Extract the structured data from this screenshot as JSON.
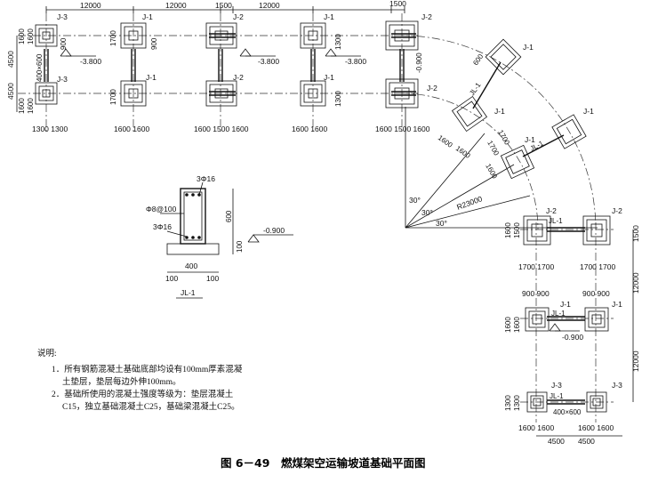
{
  "caption": "图 6－49　燃煤架空运输坡道基础平面图",
  "notes": {
    "heading": "说明:",
    "items": [
      "1．所有钢筋混凝土基础底部均设有100mm厚素混凝",
      "土垫层，垫层每边外伸100mm。",
      "2．基础所使用的混凝土强度等级为：垫层混凝土",
      "C15，独立基础混凝土C25，基础梁混凝土C25。"
    ]
  },
  "top_grid": {
    "spacings": [
      "12000",
      "12000",
      "1500",
      "12000",
      "1500"
    ],
    "left_dims": [
      "4500",
      "4500"
    ],
    "left_small": [
      "1600",
      "1600",
      "1600",
      "1600"
    ],
    "bottom_pairs": [
      "1300 1300",
      "1600 1600",
      "1600 1500 1600",
      "1600 1600",
      "1600 1500 1600"
    ],
    "pair_vert": [
      "1700",
      "1700",
      "900",
      "900",
      "1300",
      "1300"
    ],
    "elevations": [
      "-3.800",
      "-3.800",
      "-3.800",
      "-0.900"
    ],
    "beam_label": "400×600",
    "footings": [
      "J-3",
      "J-1",
      "J-2",
      "J-1",
      "J-2",
      "J-3",
      "J-1",
      "J-2",
      "J-1",
      "J-2"
    ]
  },
  "curve": {
    "radius": "R23000",
    "angles": [
      "30°",
      "30°",
      "30°"
    ],
    "dims": [
      "1600",
      "1600",
      "1700",
      "1700",
      "1600",
      "600"
    ],
    "footings": [
      "J-1",
      "J-1",
      "J-1",
      "J-1",
      "JL-1",
      "JL-1"
    ]
  },
  "right_grid": {
    "dims_h": [
      "1700 1700",
      "1700 1700",
      "900 900",
      "900 900",
      "1600 1600",
      "1600 1600",
      "4500",
      "4500"
    ],
    "dims_v": [
      "12000",
      "12000",
      "1500",
      "1600",
      "1500",
      "1600",
      "1600",
      "1300",
      "1300"
    ],
    "elev": "-0.900",
    "beam_label": "400×600",
    "footings": [
      "J-2",
      "J-2",
      "J-1",
      "J-1",
      "J-3",
      "J-3",
      "JL-1",
      "JL-1",
      "JL-1"
    ]
  },
  "section": {
    "title": "JL-1",
    "top_bar": "3Φ16",
    "stirrup": "Φ8@100",
    "bottom_bar": "3Φ16",
    "height": "600",
    "pad": "100",
    "width": "400",
    "offsets": [
      "100",
      "100"
    ],
    "elev": "-0.900"
  }
}
